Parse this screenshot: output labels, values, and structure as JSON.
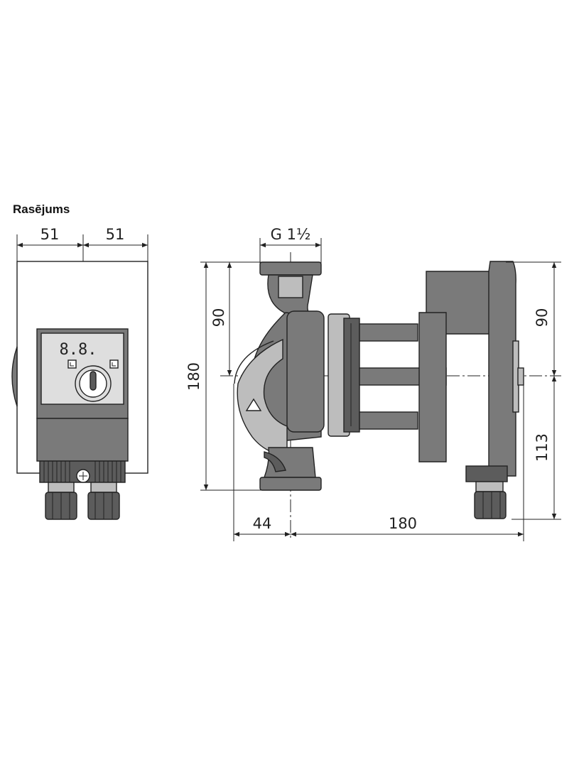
{
  "heading": "Rasējums",
  "front_view": {
    "dim_left_width": "51",
    "dim_right_width": "51",
    "display_readout": "8.8."
  },
  "side_view": {
    "dim_thread": "G 1½",
    "dim_top_height_left": "90",
    "dim_total_height": "180",
    "dim_top_height_right": "90",
    "dim_bottom_height_right": "113",
    "dim_inlet_offset": "44",
    "dim_total_length": "180"
  },
  "colors": {
    "body": "#7a7a7a",
    "dark": "#5c5c5c",
    "light": "#bdbdbd",
    "line": "#222222"
  }
}
